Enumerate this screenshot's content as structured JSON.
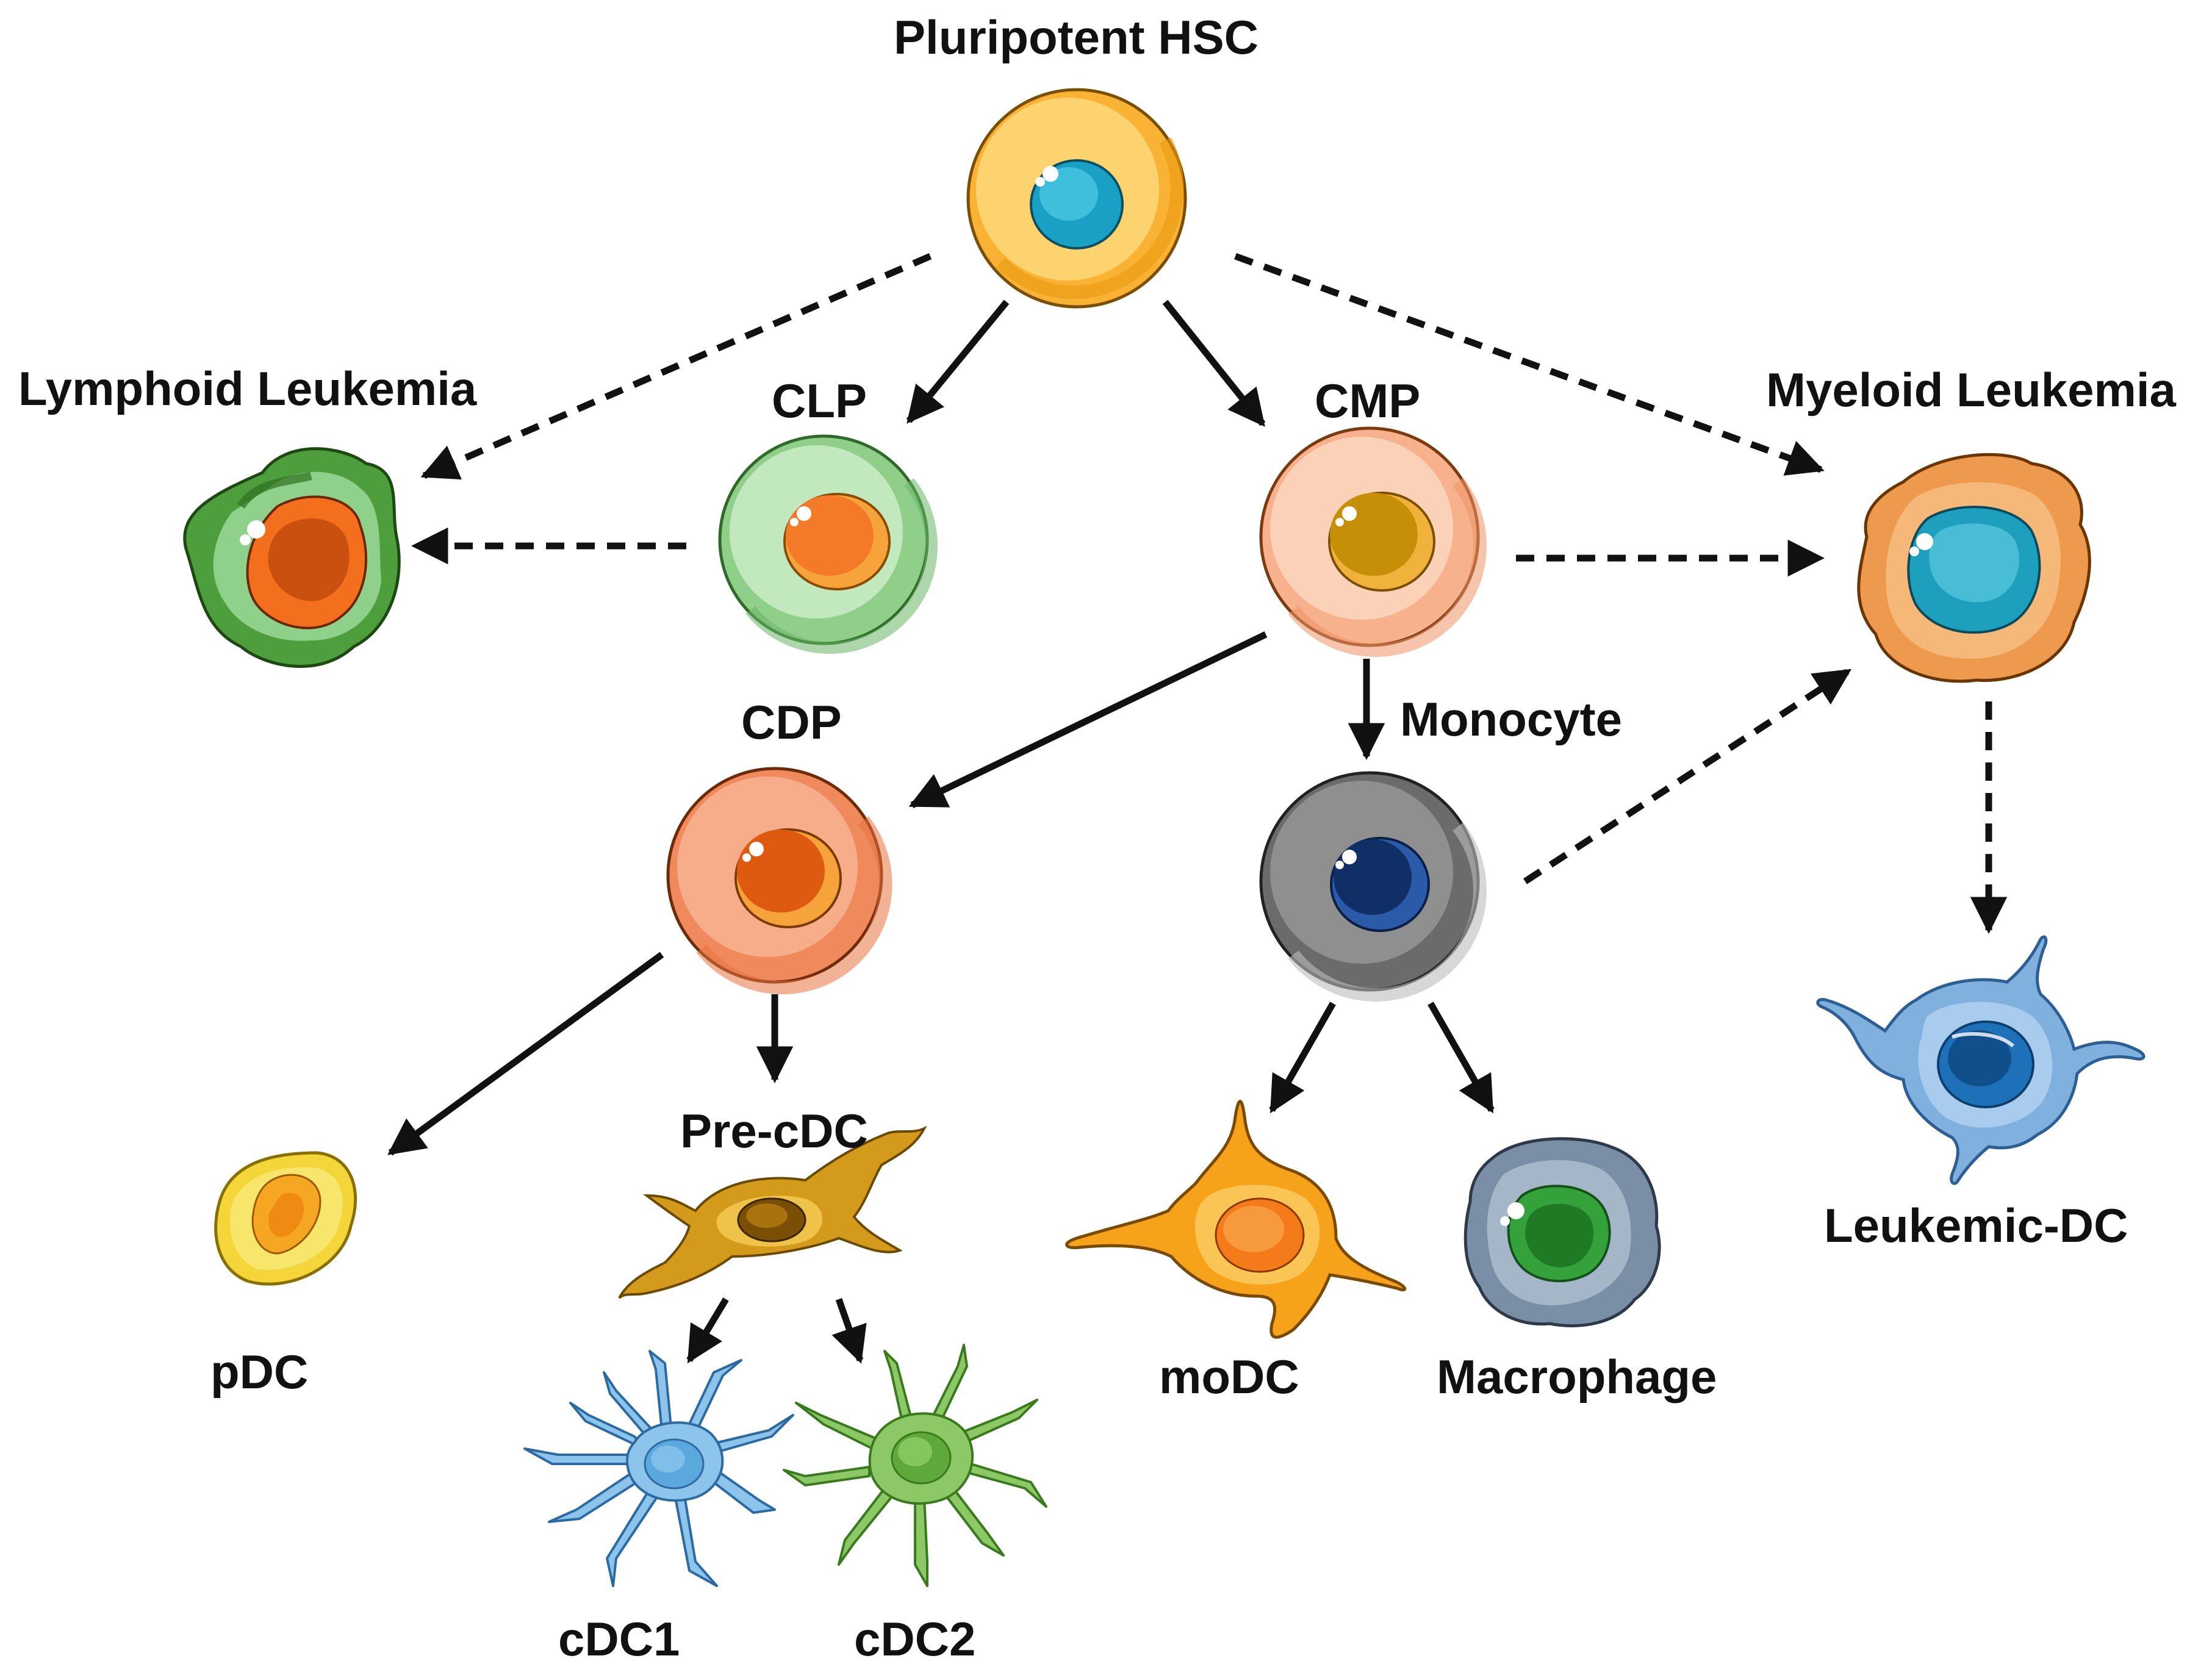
{
  "colors": {
    "arrow": "#111111",
    "hsc": "#f9b233",
    "clp": "#8fcf8a",
    "lymphoid_leukemia": "#4f9e3d",
    "cmp": "#f7b28d",
    "myeloid_leukemia": "#ee9a4e",
    "cdp": "#f08a5d",
    "monocyte": "#6b6b6b",
    "pdc": "#f4d63a",
    "pre_cdc": "#d49a1c",
    "cdc1": "#8cc4ec",
    "cdc2": "#8cc865",
    "modc": "#f7a21b",
    "macrophage": "#7a8ea6",
    "leukemic_dc": "#7fb0de"
  },
  "nodes": {
    "hsc": {
      "label": "Pluripotent HSC",
      "icon": "pluripotent-hsc-cell-icon"
    },
    "lymphoid_leukemia": {
      "label": "Lymphoid Leukemia",
      "icon": "lymphoid-leukemia-cell-icon"
    },
    "clp": {
      "label": "CLP",
      "icon": "clp-cell-icon"
    },
    "cmp": {
      "label": "CMP",
      "icon": "cmp-cell-icon"
    },
    "myeloid_leukemia": {
      "label": "Myeloid Leukemia",
      "icon": "myeloid-leukemia-cell-icon"
    },
    "cdp": {
      "label": "CDP",
      "icon": "cdp-cell-icon"
    },
    "monocyte": {
      "label": "Monocyte",
      "icon": "monocyte-cell-icon"
    },
    "pdc": {
      "label": "pDC",
      "icon": "pdc-cell-icon"
    },
    "pre_cdc": {
      "label": "Pre-cDC",
      "icon": "pre-cdc-cell-icon"
    },
    "cdc1": {
      "label": "cDC1",
      "icon": "cdc1-cell-icon"
    },
    "cdc2": {
      "label": "cDC2",
      "icon": "cdc2-cell-icon"
    },
    "modc": {
      "label": "moDC",
      "icon": "modc-cell-icon"
    },
    "macrophage": {
      "label": "Macrophage",
      "icon": "macrophage-cell-icon"
    },
    "leukemic_dc": {
      "label": "Leukemic-DC",
      "icon": "leukemic-dc-cell-icon"
    }
  },
  "edges": [
    {
      "from": "hsc",
      "to": "clp",
      "style": "solid"
    },
    {
      "from": "hsc",
      "to": "cmp",
      "style": "solid"
    },
    {
      "from": "hsc",
      "to": "lymphoid_leukemia",
      "style": "dashed"
    },
    {
      "from": "hsc",
      "to": "myeloid_leukemia",
      "style": "dashed"
    },
    {
      "from": "clp",
      "to": "lymphoid_leukemia",
      "style": "dashed"
    },
    {
      "from": "cmp",
      "to": "myeloid_leukemia",
      "style": "dashed"
    },
    {
      "from": "cmp",
      "to": "cdp",
      "style": "solid"
    },
    {
      "from": "cmp",
      "to": "monocyte",
      "style": "solid"
    },
    {
      "from": "monocyte",
      "to": "myeloid_leukemia",
      "style": "dashed"
    },
    {
      "from": "myeloid_leukemia",
      "to": "leukemic_dc",
      "style": "dashed"
    },
    {
      "from": "cdp",
      "to": "pdc",
      "style": "solid"
    },
    {
      "from": "cdp",
      "to": "pre_cdc",
      "style": "solid"
    },
    {
      "from": "pre_cdc",
      "to": "cdc1",
      "style": "solid"
    },
    {
      "from": "pre_cdc",
      "to": "cdc2",
      "style": "solid"
    },
    {
      "from": "monocyte",
      "to": "modc",
      "style": "solid"
    },
    {
      "from": "monocyte",
      "to": "macrophage",
      "style": "solid"
    }
  ]
}
